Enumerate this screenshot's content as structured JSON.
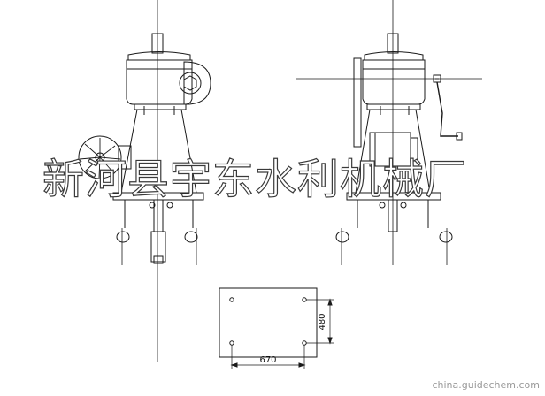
{
  "watermark": {
    "company": "新河县宇东水利机械厂",
    "site": "china.guidechem.com"
  },
  "dimensions": {
    "width_label": "670",
    "height_label": "480"
  },
  "colors": {
    "line": "#1a1a1a",
    "paper": "#ffffff"
  }
}
